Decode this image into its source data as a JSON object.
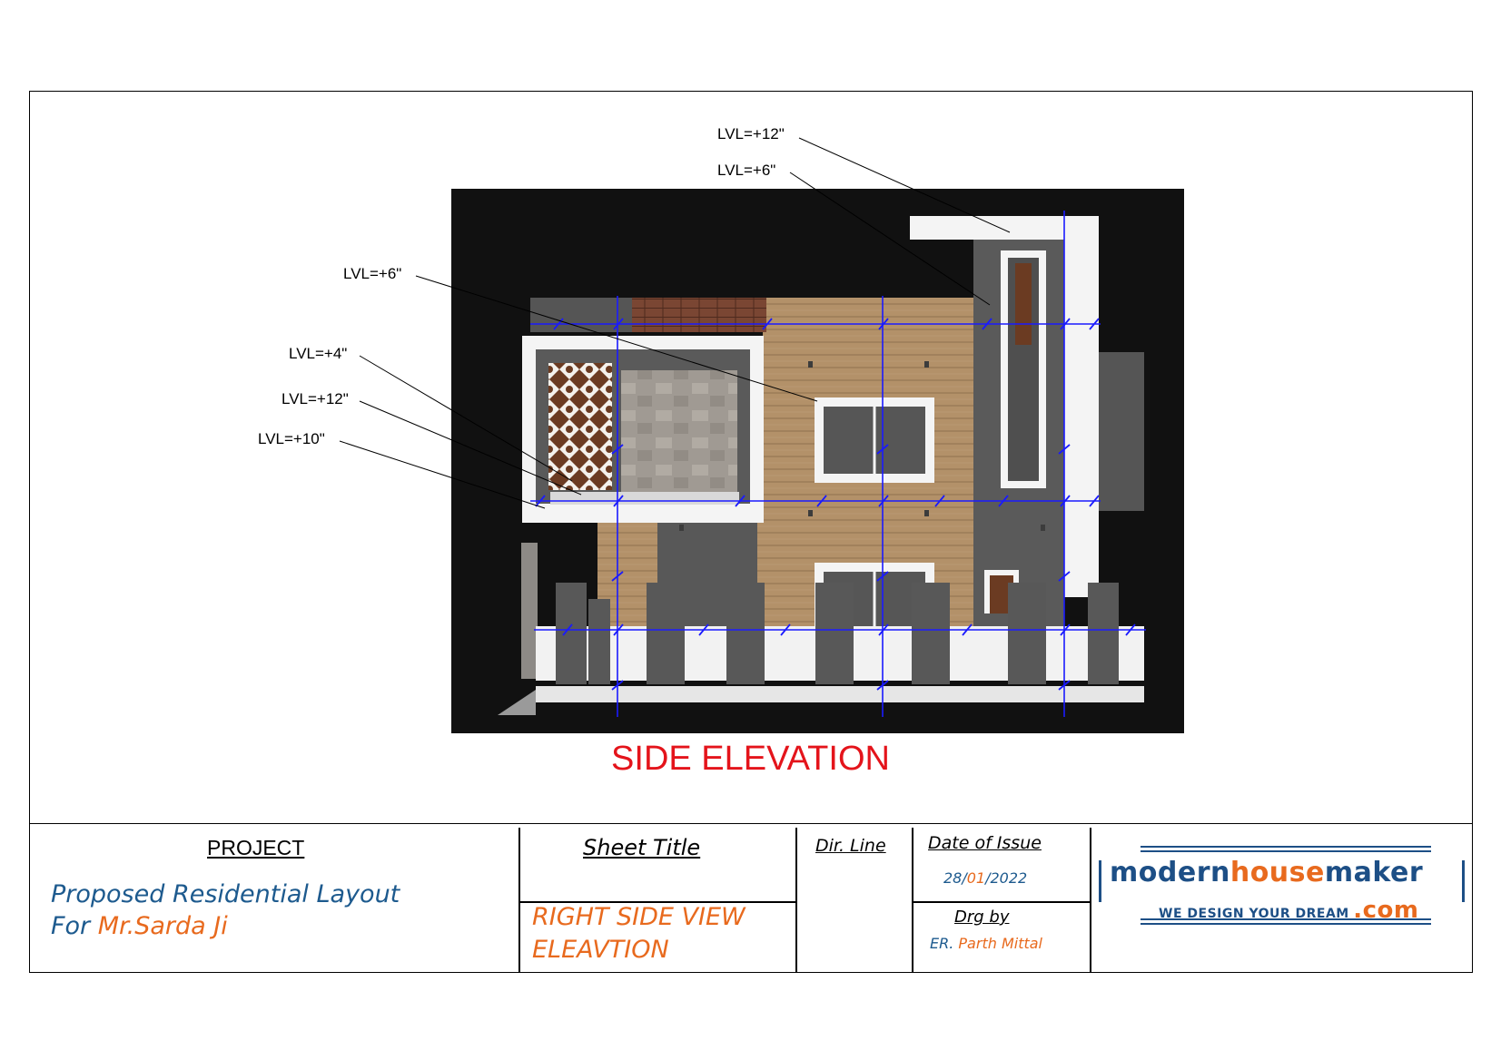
{
  "callouts": [
    {
      "id": "c1",
      "label": "LVL=+12\""
    },
    {
      "id": "c2",
      "label": "LVL=+6\""
    },
    {
      "id": "c3",
      "label": "LVL=+6\""
    },
    {
      "id": "c4",
      "label": "LVL=+4\""
    },
    {
      "id": "c5",
      "label": "LVL=+12\""
    },
    {
      "id": "c6",
      "label": "LVL=+10\""
    }
  ],
  "drawing_title": "SIDE ELEVATION",
  "title_block": {
    "project_heading": "PROJECT",
    "project_line1": "Proposed Residential Layout",
    "project_for": "For",
    "project_client": "Mr.Sarda Ji",
    "sheet_title_heading": "Sheet Title",
    "sheet_title_line1": "RIGHT SIDE VIEW",
    "sheet_title_line2": "ELEAVTION",
    "dir_line_heading": "Dir. Line",
    "date_heading": "Date of Issue",
    "date_day": "28/",
    "date_month": "01",
    "date_year": "/2022",
    "drg_by_heading": "Drg by",
    "drg_by_prefix": "ER.",
    "drg_by_name": "Parth Mittal"
  },
  "logo": {
    "part1": "modern",
    "part2": "house",
    "part3": "maker",
    "tagline": "WE DESIGN YOUR DREAM",
    "tld": ".com"
  },
  "colors": {
    "accent_red": "#e4141b",
    "text_blue": "#1d5a8e",
    "text_orange": "#e86a1e",
    "dimension_blue": "#1a1aff",
    "render_background": "#111111",
    "wall_grey": "#595959",
    "wood_cladding": "#b08f66",
    "brick": "#7a4633"
  }
}
